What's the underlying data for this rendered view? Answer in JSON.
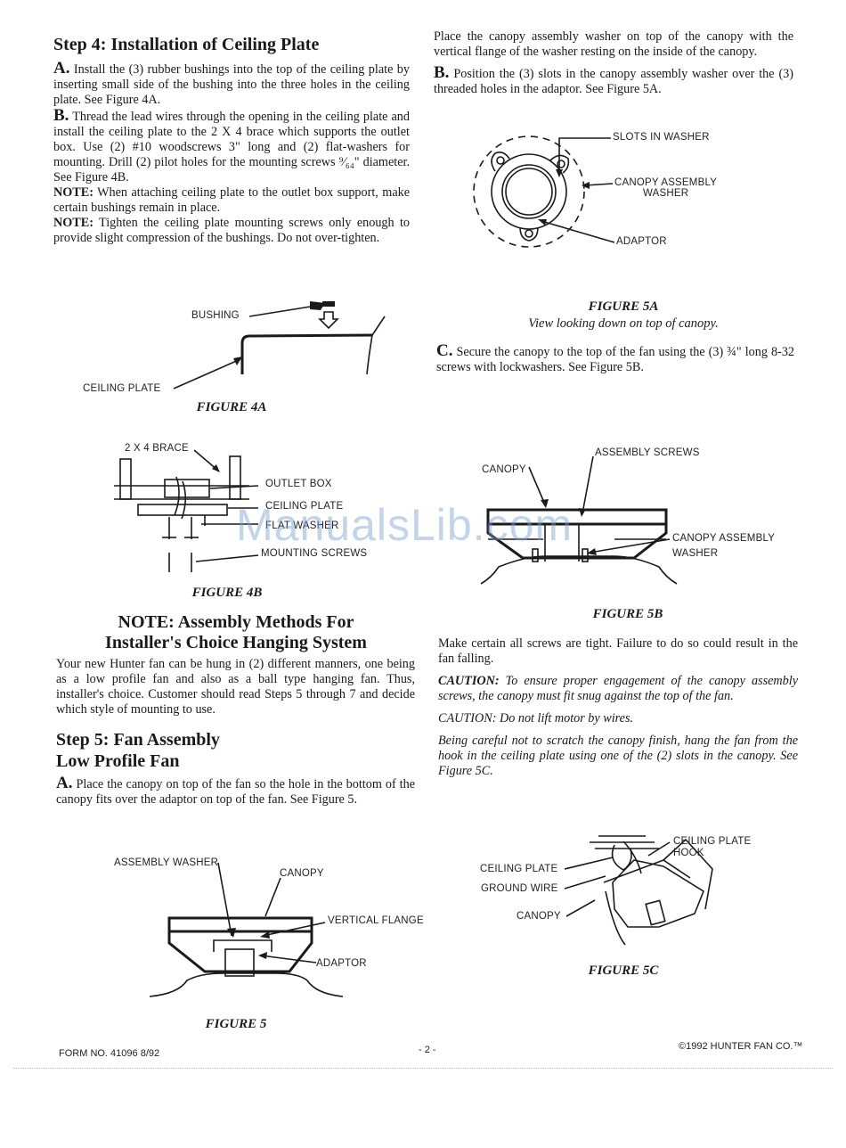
{
  "step4": {
    "title": "Step 4: Installation of Ceiling Plate",
    "a_lead": "A.",
    "a_text": "Install the (3) rubber bushings into the top of the ceiling plate by inserting small side of the bushing into the three holes in the ceiling plate. See Figure 4A.",
    "b_lead": "B.",
    "b_text": "Thread the lead wires through the opening in the ceiling plate and install the ceiling plate to the 2 X 4 brace which supports the outlet box. Use (2) #10 woodscrews 3\" long and (2) flat-washers for mounting. Drill (2) pilot holes for the mounting screws ⁹⁄₆₄\" diameter. See Figure 4B.",
    "note1_label": "NOTE:",
    "note1_text": "When attaching ceiling plate to the outlet box support, make certain bushings remain in place.",
    "note2_label": "NOTE:",
    "note2_text": "Tighten the ceiling plate mounting screws only enough to provide slight compression of the bushings. Do not over-tighten."
  },
  "fig4a": {
    "bushing": "BUSHING",
    "ceiling_plate": "CEILING PLATE",
    "caption": "FIGURE 4A"
  },
  "fig4b": {
    "brace": "2 X 4 BRACE",
    "outlet_box": "OUTLET BOX",
    "ceiling_plate": "CEILING PLATE",
    "flat_washer": "FLAT WASHER",
    "mounting_screws": "MOUNTING SCREWS",
    "caption": "FIGURE 4B"
  },
  "assembly_note": {
    "title_line1": "NOTE: Assembly Methods For",
    "title_line2": "Installer's Choice Hanging System",
    "text": "Your new Hunter fan can be hung in (2) different manners, one being as a low profile fan and also as a ball type hanging fan. Thus, installer's choice. Customer should read Steps 5 through 7 and decide which style of mounting to use."
  },
  "step5": {
    "title_line1": "Step 5: Fan Assembly",
    "title_line2": "Low Profile Fan",
    "a_lead": "A.",
    "a_text": "Place the canopy on top of the fan so the hole in the bottom of the canopy fits over the adaptor on top of the fan. See Figure 5."
  },
  "fig5": {
    "assembly_washer": "ASSEMBLY WASHER",
    "canopy": "CANOPY",
    "vertical_flange": "VERTICAL FLANGE",
    "adaptor": "ADAPTOR",
    "caption": "FIGURE 5"
  },
  "right": {
    "intro": "Place the canopy assembly washer on top of the canopy with the vertical flange of the washer resting on the inside of the canopy.",
    "b_lead": "B.",
    "b_text": "Position the (3) slots in the canopy assembly washer over the (3) threaded holes in the adaptor. See Figure 5A.",
    "c_lead": "C.",
    "c_text": "Secure the canopy to the top of the fan using the (3) ¾\" long 8-32 screws with lockwashers. See Figure 5B.",
    "tight_text": "Make certain all screws are tight. Failure to do so could result in the fan falling.",
    "caution1_label": "CAUTION:",
    "caution1_text": "To ensure proper engagement of the canopy assembly screws, the canopy must fit snug against the top of the fan.",
    "caution2_label": "CAUTION:",
    "caution2_text": "Do not lift motor by wires.",
    "hang_text": "Being careful not to scratch the canopy finish, hang the fan from the hook in the ceiling plate using one of the (2) slots in the canopy. See Figure 5C."
  },
  "fig5a": {
    "slots": "SLOTS IN WASHER",
    "washer_line1": "CANOPY ASSEMBLY",
    "washer_line2": "WASHER",
    "adaptor": "ADAPTOR",
    "caption": "FIGURE 5A",
    "subcaption": "View looking down on top of canopy."
  },
  "fig5b": {
    "assembly_screws": "ASSEMBLY SCREWS",
    "canopy": "CANOPY",
    "washer_line1": "CANOPY ASSEMBLY",
    "washer_line2": "WASHER",
    "caption": "FIGURE 5B"
  },
  "fig5c": {
    "hook_line1": "CEILING PLATE",
    "hook_line2": "HOOK",
    "ceiling_plate": "CEILING PLATE",
    "ground_wire": "GROUND WIRE",
    "canopy": "CANOPY",
    "caption": "FIGURE 5C"
  },
  "footer": {
    "form": "FORM NO. 41096   8/92",
    "page": "- 2 -",
    "copyright": "©1992 HUNTER FAN CO.™"
  },
  "watermark": "ManualsLib.com"
}
